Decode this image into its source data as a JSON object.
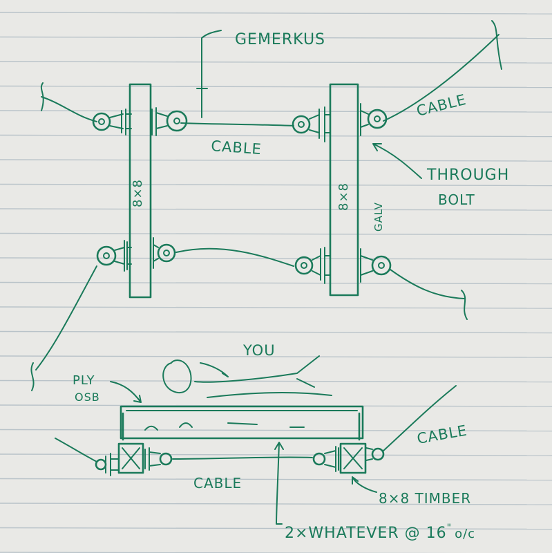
{
  "labels": {
    "gemerkus": "GEMERKUS",
    "cable_top_right": "CABLE",
    "cable_mid": "CABLE",
    "through_bolt_1": "THROUGH",
    "through_bolt_2": "BOLT",
    "post_left": "8×8",
    "post_right": "8×8",
    "post_right_side": "GALV",
    "you": "YOU",
    "ply_1": "PLY",
    "ply_2": "OSB",
    "cable_bottom_right": "CABLE",
    "cable_bottom": "CABLE",
    "timber": "8×8 TIMBER",
    "joists_prefix": "2×WHATEVER @ 16",
    "joists_sup": "\"",
    "joists_suffix": "o/c"
  },
  "colors": {
    "ink": "#1a7a5a",
    "paper": "#e9e9e6",
    "rule": "#b9c3c9"
  }
}
